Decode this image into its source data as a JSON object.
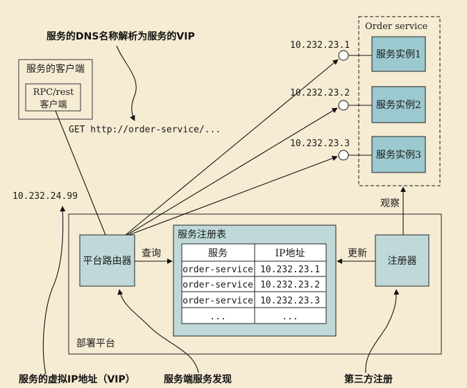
{
  "colors": {
    "background": "#f6ecd4",
    "teal_box": "#bfd9d9",
    "service_instance": "#9cc8cf",
    "line": "#111111"
  },
  "annotations": {
    "dns_resolution": "服务的DNS名称解析为服务的VIP",
    "virtual_ip": "服务的虚拟IP地址（VIP）",
    "server_side_discovery": "服务端服务发现",
    "third_party_registration": "第三方注册"
  },
  "client": {
    "outer_label": "服务的客户端",
    "inner_label_line1": "RPC/rest",
    "inner_label_line2": "客户端",
    "request": "GET http://order-service/...",
    "vip": "10.232.24.99"
  },
  "order_service": {
    "title": "Order service",
    "instances": [
      {
        "label": "服务实例1",
        "ip": "10.232.23.1"
      },
      {
        "label": "服务实例2",
        "ip": "10.232.23.2"
      },
      {
        "label": "服务实例3",
        "ip": "10.232.23.3"
      }
    ]
  },
  "platform": {
    "label": "部署平台",
    "router": "平台路由器",
    "query_label": "查询",
    "update_label": "更新",
    "observe_label": "观察",
    "registrar": "注册器"
  },
  "registry": {
    "title": "服务注册表",
    "headers": [
      "服务",
      "IP地址"
    ],
    "rows": [
      [
        "order-service",
        "10.232.23.1"
      ],
      [
        "order-service",
        "10.232.23.2"
      ],
      [
        "order-service",
        "10.232.23.3"
      ],
      [
        "...",
        "..."
      ]
    ]
  }
}
